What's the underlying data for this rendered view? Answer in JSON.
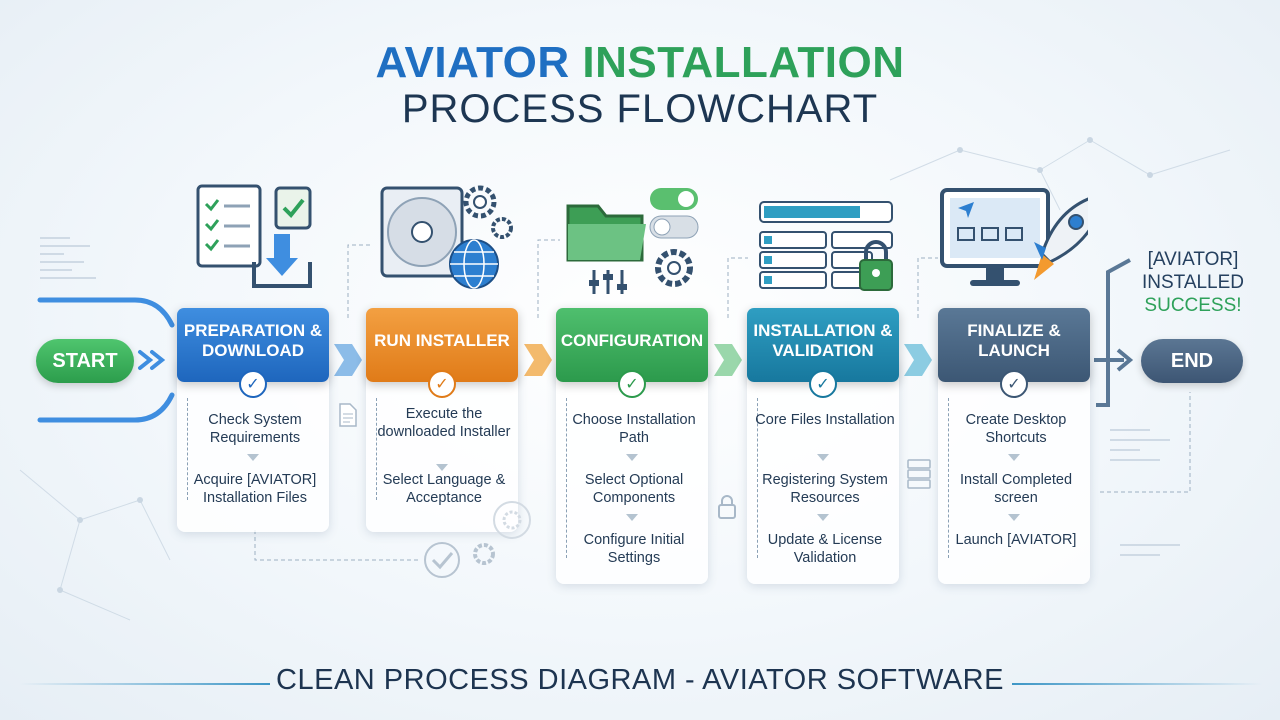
{
  "title": {
    "line1_part1": "AVIATOR",
    "line1_part2": "INSTALLATION",
    "line2": "PROCESS FLOWCHART"
  },
  "start_label": "START",
  "end_label": "END",
  "success": {
    "line1": "[AVIATOR]",
    "line2": "INSTALLED",
    "line3": "SUCCESS!"
  },
  "stages": [
    {
      "title": "PREPARATION & DOWNLOAD",
      "color": "#1e66bd",
      "steps": [
        "Check System Requirements",
        "Acquire [AVIATOR] Installation Files"
      ]
    },
    {
      "title": "RUN INSTALLER",
      "color": "#e07b18",
      "steps": [
        "Execute the downloaded Installer",
        "Select Language & Acceptance"
      ]
    },
    {
      "title": "CONFIGURATION",
      "color": "#2c9a4c",
      "steps": [
        "Choose Installation Path",
        "Select Optional Components",
        "Configure Initial Settings"
      ]
    },
    {
      "title": "INSTALLATION & VALIDATION",
      "color": "#17789e",
      "steps": [
        "Core Files Installation",
        "Registering System Resources",
        "Update & License Validation"
      ]
    },
    {
      "title": "FINALIZE & LAUNCH",
      "color": "#3c5774",
      "steps": [
        "Create Desktop Shortcuts",
        "Install Completed screen",
        "Launch [AVIATOR]"
      ]
    }
  ],
  "icons": {
    "stage1": "document-checklist-download-icon",
    "stage2": "disc-gear-globe-icon",
    "stage3": "folder-toggles-gear-icon",
    "stage4": "progress-server-lock-icon",
    "stage5": "monitor-rocket-icon"
  },
  "footer": "CLEAN PROCESS DIAGRAM - AVIATOR SOFTWARE"
}
